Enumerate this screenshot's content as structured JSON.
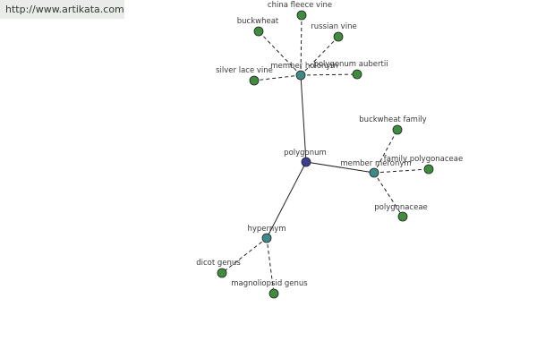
{
  "header": {
    "site_link": "http://www.artikata.com"
  },
  "graph": {
    "colors": {
      "root": "#3b3f8c",
      "relation": "#3d8a86",
      "leaf": "#3f8c3f",
      "stroke": "#222222",
      "edge": "#222222"
    },
    "root": {
      "id": "polygonum",
      "label": "polygonum"
    },
    "relations": [
      {
        "id": "member-holonym",
        "label": "member holonym",
        "children": [
          {
            "id": "china-fleece-vine",
            "label": "china fleece vine"
          },
          {
            "id": "buckwheat",
            "label": "buckwheat"
          },
          {
            "id": "russian-vine",
            "label": "russian vine"
          },
          {
            "id": "silver-lace-vine",
            "label": "silver lace vine"
          },
          {
            "id": "polygonum-aubertii",
            "label": "polygonum aubertii"
          }
        ]
      },
      {
        "id": "member-meronym",
        "label": "member meronym",
        "children": [
          {
            "id": "buckwheat-family",
            "label": "buckwheat family"
          },
          {
            "id": "family-polygonaceae",
            "label": "family polygonaceae"
          },
          {
            "id": "polygonaceae",
            "label": "polygonaceae"
          }
        ]
      },
      {
        "id": "hypernym",
        "label": "hypernym",
        "children": [
          {
            "id": "dicot-genus",
            "label": "dicot genus"
          },
          {
            "id": "magnoliopsid-genus",
            "label": "magnoliopsid genus"
          }
        ]
      }
    ]
  }
}
